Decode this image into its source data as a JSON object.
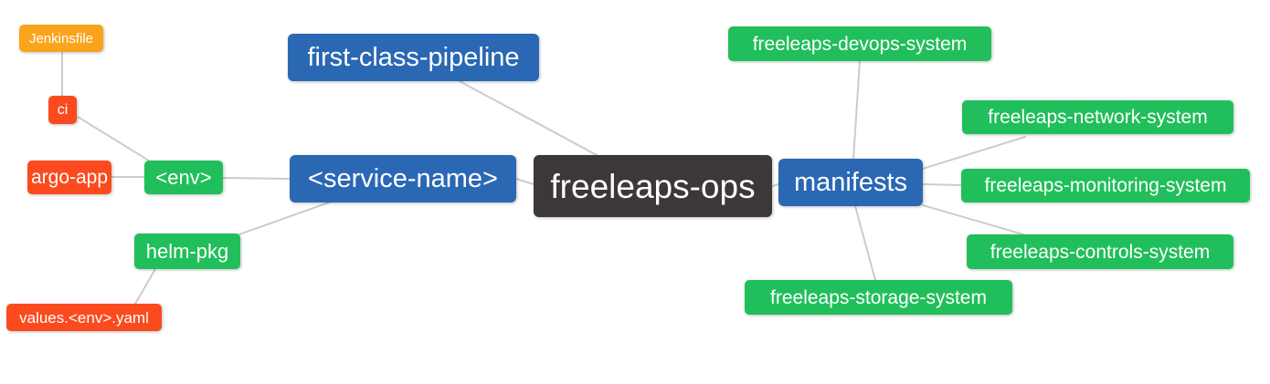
{
  "colors": {
    "root": "#3b3837",
    "blue": "#2a68b4",
    "green": "#21bf5b",
    "red": "#fb4b1e",
    "orange": "#faa41e",
    "edge": "#cccccc",
    "text": "#ffffff",
    "background": "#ffffff"
  },
  "nodes": [
    {
      "id": "jenkinsfile",
      "label": "Jenkinsfile",
      "color": "orange"
    },
    {
      "id": "ci",
      "label": "ci",
      "color": "red"
    },
    {
      "id": "argo-app",
      "label": "argo-app",
      "color": "red"
    },
    {
      "id": "env",
      "label": "<env>",
      "color": "green"
    },
    {
      "id": "first-class-pipeline",
      "label": "first-class-pipeline",
      "color": "blue"
    },
    {
      "id": "service-name",
      "label": "<service-name>",
      "color": "blue"
    },
    {
      "id": "freeleaps-ops",
      "label": "freeleaps-ops",
      "color": "root"
    },
    {
      "id": "manifests",
      "label": "manifests",
      "color": "blue"
    },
    {
      "id": "helm-pkg",
      "label": "helm-pkg",
      "color": "green"
    },
    {
      "id": "values-env-yaml",
      "label": "values.<env>.yaml",
      "color": "red"
    },
    {
      "id": "freeleaps-devops-system",
      "label": "freeleaps-devops-system",
      "color": "green"
    },
    {
      "id": "freeleaps-network-system",
      "label": "freeleaps-network-system",
      "color": "green"
    },
    {
      "id": "freeleaps-monitoring-system",
      "label": "freeleaps-monitoring-system",
      "color": "green"
    },
    {
      "id": "freeleaps-controls-system",
      "label": "freeleaps-controls-system",
      "color": "green"
    },
    {
      "id": "freeleaps-storage-system",
      "label": "freeleaps-storage-system",
      "color": "green"
    }
  ],
  "edges": [
    {
      "from": "ci",
      "to": "jenkinsfile"
    },
    {
      "from": "env",
      "to": "ci"
    },
    {
      "from": "env",
      "to": "argo-app"
    },
    {
      "from": "service-name",
      "to": "env"
    },
    {
      "from": "service-name",
      "to": "helm-pkg"
    },
    {
      "from": "helm-pkg",
      "to": "values-env-yaml"
    },
    {
      "from": "freeleaps-ops",
      "to": "first-class-pipeline"
    },
    {
      "from": "freeleaps-ops",
      "to": "service-name"
    },
    {
      "from": "freeleaps-ops",
      "to": "manifests"
    },
    {
      "from": "manifests",
      "to": "freeleaps-devops-system"
    },
    {
      "from": "manifests",
      "to": "freeleaps-network-system"
    },
    {
      "from": "manifests",
      "to": "freeleaps-monitoring-system"
    },
    {
      "from": "manifests",
      "to": "freeleaps-controls-system"
    },
    {
      "from": "manifests",
      "to": "freeleaps-storage-system"
    }
  ]
}
